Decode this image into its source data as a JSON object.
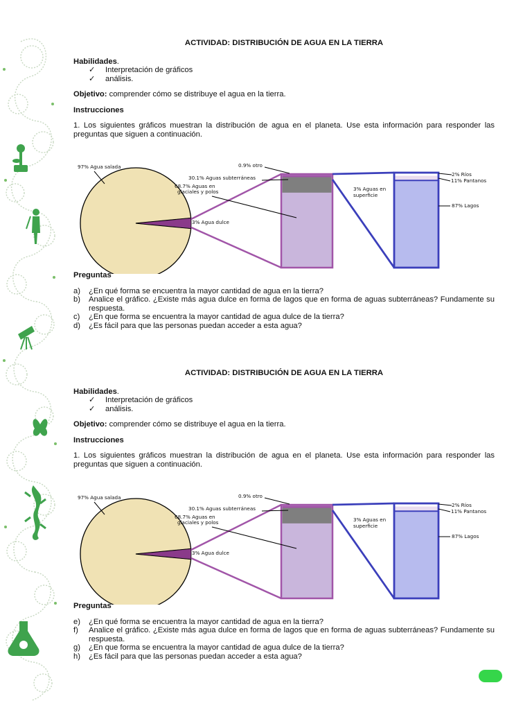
{
  "sections": [
    {
      "title": "ACTIVIDAD: DISTRIBUCIÓN DE AGUA EN LA TIERRA",
      "skills_label": "Habilidades",
      "skills": [
        "Interpretación de gráficos",
        "análisis."
      ],
      "objective_label": "Objetivo:",
      "objective_text": "comprender cómo se distribuye el agua en la tierra.",
      "instructions_label": "Instrucciones",
      "instructions_text": "1. Los siguientes gráficos muestran la distribución de agua en el planeta. Use esta información para responder las preguntas que siguen a continuación.",
      "questions_label": "Preguntas",
      "questions": [
        {
          "letter": "a)",
          "text": "¿En qué forma se encuentra la mayor cantidad de agua en la tierra?"
        },
        {
          "letter": "b)",
          "text": "Analice el gráfico. ¿Existe más agua dulce en forma de lagos que en forma de aguas subterráneas? Fundamente su respuesta."
        },
        {
          "letter": "c)",
          "text": "¿En que forma se encuentra la mayor cantidad de agua dulce de la tierra?"
        },
        {
          "letter": "d)",
          "text": "¿Es fácil para que las personas puedan acceder a esta agua?"
        }
      ]
    },
    {
      "title": "ACTIVIDAD: DISTRIBUCIÓN DE AGUA EN LA TIERRA",
      "skills_label": "Habilidades",
      "skills": [
        "Interpretación de gráficos",
        "análisis."
      ],
      "objective_label": "Objetivo:",
      "objective_text": "comprender cómo se distribuye el agua en la tierra.",
      "instructions_label": "Instrucciones",
      "instructions_text": "1. Los siguientes gráficos muestran la distribución de agua en el planeta. Use esta información para responder las preguntas que siguen a continuación.",
      "questions_label": "Preguntas",
      "questions": [
        {
          "letter": "e)",
          "text": "¿En qué forma se encuentra la mayor cantidad de agua en la tierra?"
        },
        {
          "letter": "f)",
          "text": "Analice el gráfico. ¿Existe más agua dulce en forma de lagos que en forma de aguas subterráneas? Fundamente su respuesta."
        },
        {
          "letter": "g)",
          "text": "¿En que forma se encuentra la mayor cantidad de agua dulce de la tierra?"
        },
        {
          "letter": "h)",
          "text": "¿Es fácil para que las personas puedan acceder a esta agua?"
        }
      ]
    }
  ],
  "chart_data": [
    {
      "type": "pie",
      "pie": {
        "slices": [
          {
            "label": "97% Agua salada",
            "value": 97
          },
          {
            "label": "3% Agua dulce",
            "value": 3
          }
        ]
      },
      "freshwater_bar": {
        "segments": [
          {
            "label": "0.9% otro",
            "value": 0.9
          },
          {
            "label": "30.1% Aguas subterráneas",
            "value": 30.1
          },
          {
            "label": "68.7% Aguas en glaciales y polos",
            "value": 68.7
          }
        ]
      },
      "surface_bar": {
        "title": "3% Aguas en superficie",
        "segments": [
          {
            "label": "2% Ríos",
            "value": 2
          },
          {
            "label": "11% Pantanos",
            "value": 11
          },
          {
            "label": "87% Lagos",
            "value": 87
          }
        ]
      }
    },
    {
      "type": "pie",
      "pie": {
        "slices": [
          {
            "label": "97% Agua salada",
            "value": 97
          },
          {
            "label": "3% Agua dulce",
            "value": 3
          }
        ]
      },
      "freshwater_bar": {
        "segments": [
          {
            "label": "0.9% otro",
            "value": 0.9
          },
          {
            "label": "30.1% Aguas subterráneas",
            "value": 30.1
          },
          {
            "label": "68.7% Aguas en glaciales y polos",
            "value": 68.7
          }
        ]
      },
      "surface_bar": {
        "title": "3% Aguas en superficie",
        "segments": [
          {
            "label": "2% Ríos",
            "value": 2
          },
          {
            "label": "11% Pantanos",
            "value": 11
          },
          {
            "label": "87% Lagos",
            "value": 87
          }
        ]
      }
    }
  ],
  "colors": {
    "pie_fill": "#f0e2b4",
    "freshwater_wedge": "#8a3a8a",
    "bar1_border": "#a155a8",
    "bar1_fill": "#c9b6dc",
    "bar1_dark": "#7f7f7f",
    "bar2_border": "#3b3fbb",
    "bar2_fill": "#b7bbee",
    "bar2_light": "#e9dcef",
    "sidebar_green": "#3fa34d",
    "page_badge": "#35d64a"
  }
}
